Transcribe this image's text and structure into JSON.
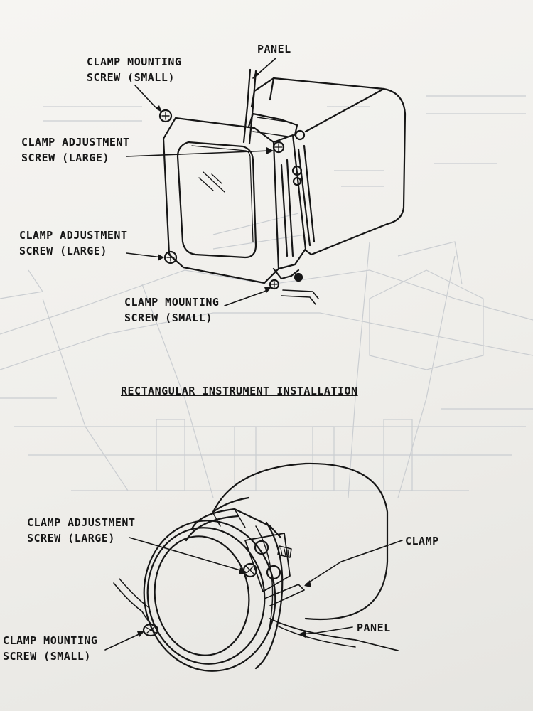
{
  "section_title": "RECTANGULAR INSTRUMENT INSTALLATION",
  "rectangular_instrument": {
    "panel": "PANEL",
    "clamp_mounting_screw_top": [
      "CLAMP MOUNTING",
      "SCREW (SMALL)"
    ],
    "clamp_adjustment_screw_upper": [
      "CLAMP ADJUSTMENT",
      "SCREW (LARGE)"
    ],
    "clamp_adjustment_screw_lower": [
      "CLAMP ADJUSTMENT",
      "SCREW (LARGE)"
    ],
    "clamp_mounting_screw_bottom": [
      "CLAMP MOUNTING",
      "SCREW (SMALL)"
    ]
  },
  "round_instrument": {
    "clamp_adjustment_screw": [
      "CLAMP ADJUSTMENT",
      "SCREW (LARGE)"
    ],
    "clamp": "CLAMP",
    "panel": "PANEL",
    "clamp_mounting_screw": [
      "CLAMP MOUNTING",
      "SCREW (SMALL)"
    ]
  },
  "colors": {
    "ink": "#161616",
    "bleed_through": "#bcc0c6",
    "paper": "#f0efeb"
  }
}
